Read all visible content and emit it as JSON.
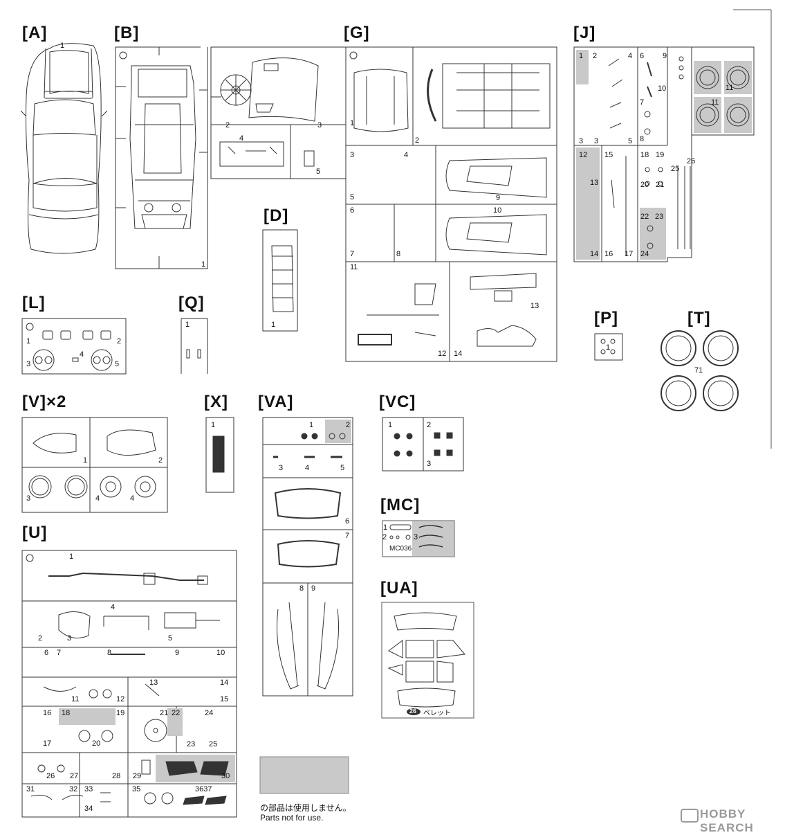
{
  "sections": {
    "A": "[A]",
    "B": "[B]",
    "D": "[D]",
    "G": "[G]",
    "J": "[J]",
    "L": "[L]",
    "Q": "[Q]",
    "P": "[P]",
    "T": "[T]",
    "V": "[V]×2",
    "X": "[X]",
    "VA": "[VA]",
    "VC": "[VC]",
    "MC": "[MC]",
    "U": "[U]",
    "UA": "[UA]"
  },
  "mc_code": "MC036",
  "ua_caption": "ベレット",
  "ua_caption_num": "26",
  "legend": {
    "jp": "の部品は使用しません。",
    "en": "Parts not for use."
  },
  "watermark": "HOBBY SEARCH",
  "parts": {
    "A": [
      "1"
    ],
    "B": [
      "1",
      "2",
      "3",
      "4",
      "5"
    ],
    "D": [
      "1"
    ],
    "G": [
      "1",
      "2",
      "3",
      "4",
      "5",
      "6",
      "7",
      "8",
      "9",
      "10",
      "11",
      "12",
      "13",
      "14"
    ],
    "J": [
      "1",
      "2",
      "3",
      "3",
      "4",
      "5",
      "6",
      "7",
      "8",
      "9",
      "10",
      "11",
      "11",
      "12",
      "13",
      "14",
      "15",
      "16",
      "17",
      "18",
      "19",
      "20",
      "21",
      "22",
      "23",
      "24",
      "25",
      "26"
    ],
    "L": [
      "1",
      "2",
      "3",
      "4",
      "5"
    ],
    "Q": [
      "1"
    ],
    "P": [
      "1"
    ],
    "T": [
      "71"
    ],
    "V": [
      "1",
      "2",
      "3",
      "4",
      "4"
    ],
    "X": [
      "1"
    ],
    "VA": [
      "1",
      "2",
      "3",
      "4",
      "5",
      "6",
      "7",
      "8",
      "9"
    ],
    "VC": [
      "1",
      "2",
      "3"
    ],
    "MC": [
      "1",
      "2",
      "3"
    ],
    "U": [
      "1",
      "2",
      "3",
      "4",
      "5",
      "6",
      "7",
      "8",
      "9",
      "10",
      "11",
      "12",
      "13",
      "14",
      "15",
      "16",
      "17",
      "18",
      "19",
      "20",
      "21",
      "22",
      "23",
      "24",
      "25",
      "26",
      "27",
      "28",
      "29",
      "30",
      "31",
      "32",
      "33",
      "34",
      "35",
      "3637"
    ]
  }
}
